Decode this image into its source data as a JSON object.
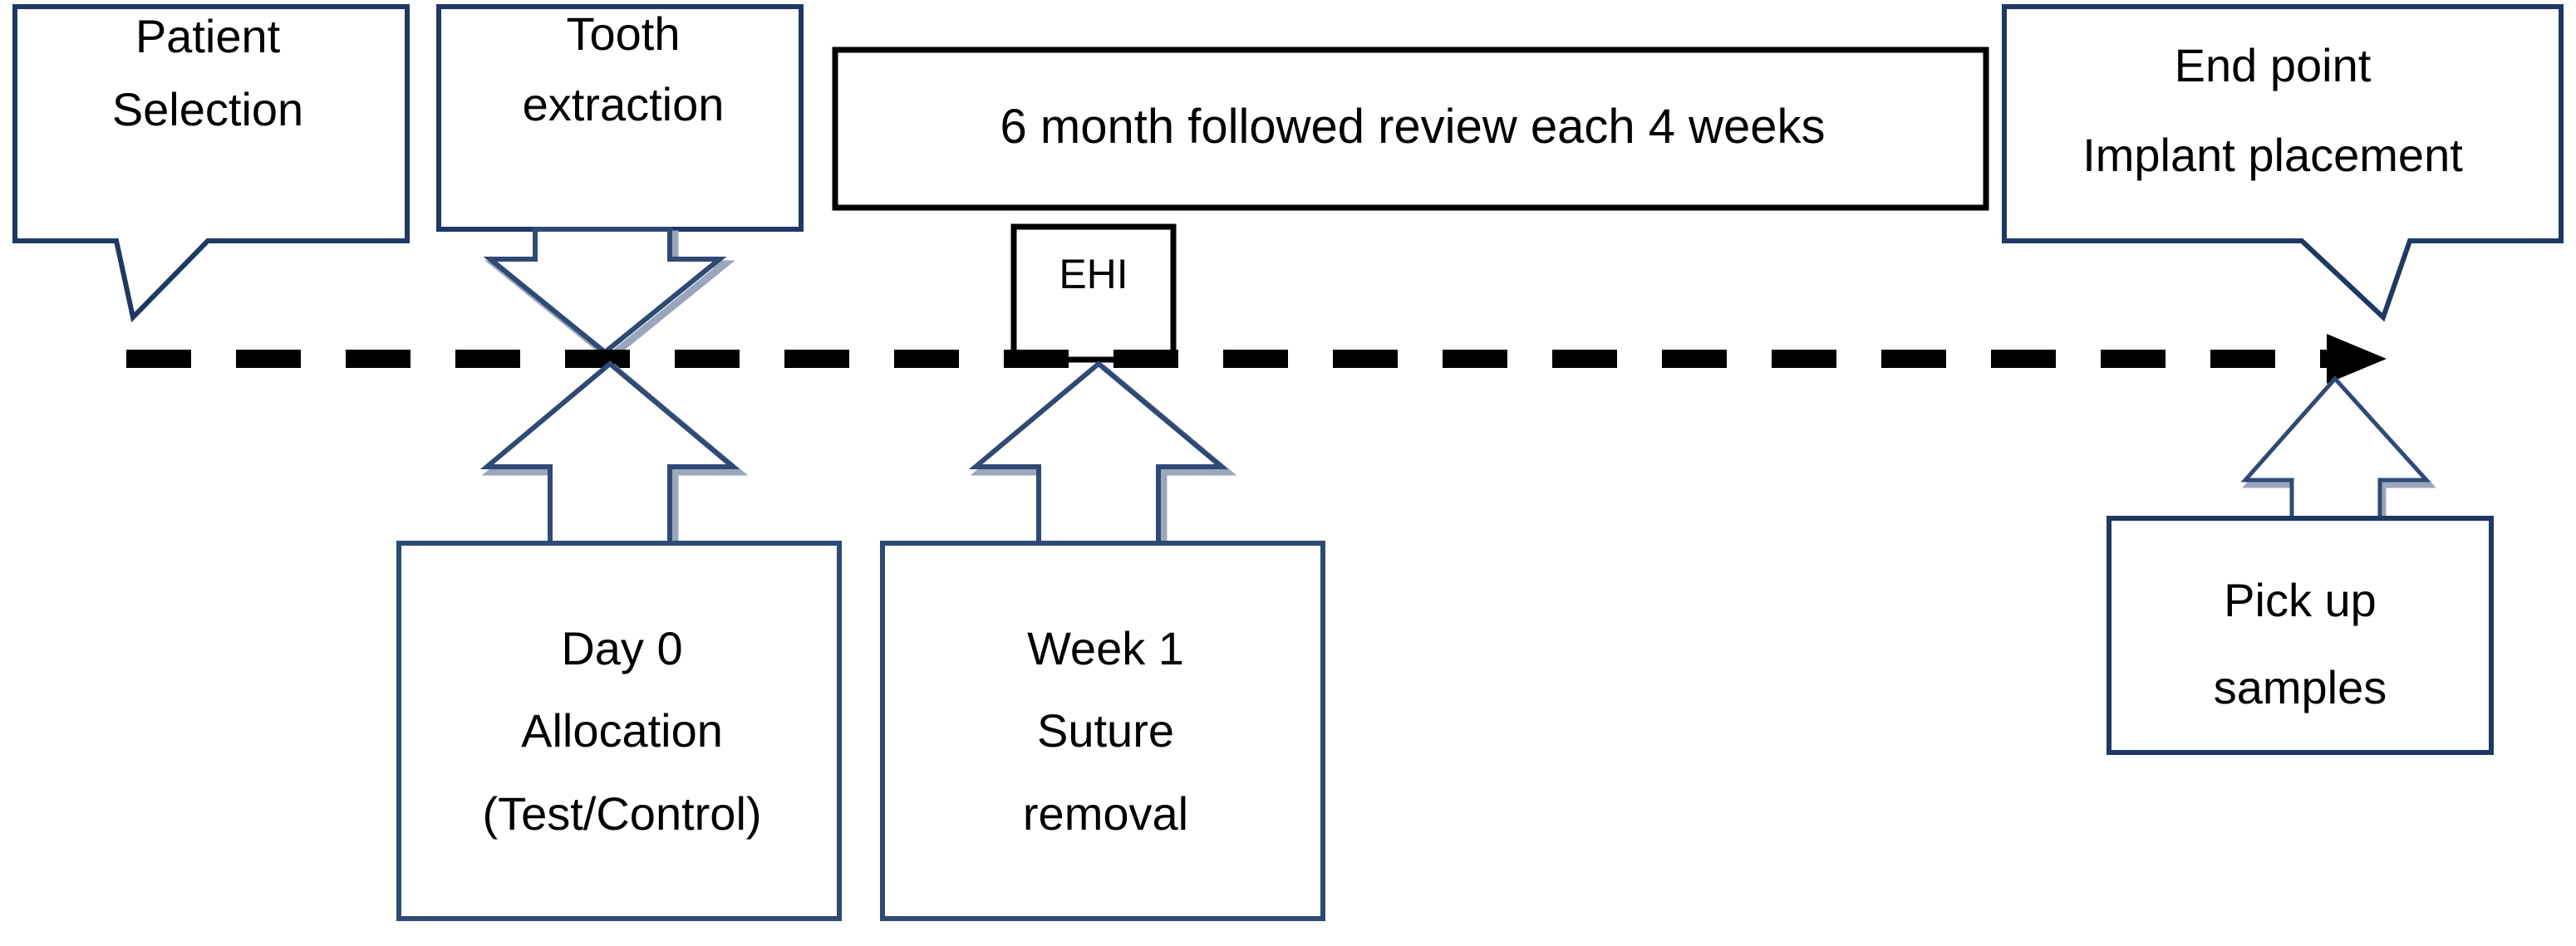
{
  "diagram": {
    "title": "Clinical study timeline flow diagram",
    "colors": {
      "callout_border": "#1F3864",
      "arrow_border": "#2E4A75",
      "arrow_shadow": "#8795AE",
      "plain_border": "#000000",
      "timeline": "#000000",
      "background": "#FFFFFF",
      "text": "#000000"
    },
    "timeline": {
      "style": "dashed",
      "arrowhead": "right",
      "label": "study-timeline"
    },
    "above_boxes": [
      {
        "id": "patient-selection",
        "shape": "callout-down",
        "lines": [
          "Patient",
          "Selection"
        ]
      },
      {
        "id": "tooth-extraction",
        "shape": "callout-block-arrow-down",
        "lines": [
          "Tooth",
          "extraction"
        ]
      },
      {
        "id": "review-period",
        "shape": "rectangle",
        "lines": [
          "6 month followed review each 4 weeks"
        ]
      },
      {
        "id": "ehi",
        "shape": "rectangle",
        "lines": [
          "EHI"
        ]
      },
      {
        "id": "end-point",
        "shape": "callout-down",
        "lines": [
          "End point",
          "Implant placement"
        ]
      }
    ],
    "below_boxes": [
      {
        "id": "day-0",
        "shape": "rectangle-with-up-arrow",
        "lines": [
          "Day 0",
          "Allocation",
          "(Test/Control)"
        ]
      },
      {
        "id": "week-1",
        "shape": "rectangle-with-up-arrow",
        "lines": [
          "Week 1",
          "Suture",
          "removal"
        ]
      },
      {
        "id": "pick-up-samples",
        "shape": "rectangle-with-up-arrow",
        "lines": [
          "Pick up",
          "samples"
        ]
      }
    ]
  }
}
